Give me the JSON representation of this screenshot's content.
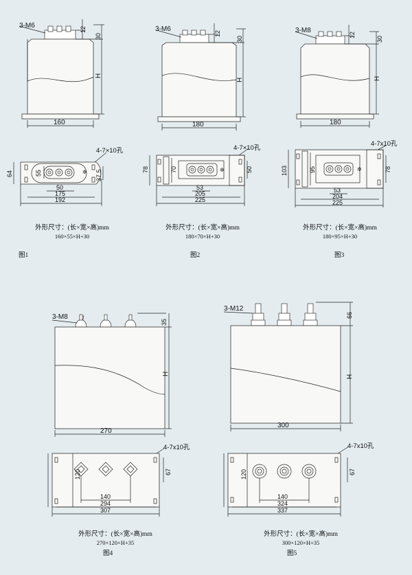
{
  "figures": [
    {
      "thread": "3-M6",
      "dim_top_small": "12",
      "dim_top": "30",
      "dim_height": "H",
      "width": "160",
      "hole": "4-7×10孔",
      "plan_dims": [
        "64",
        "55",
        "37.5",
        "50",
        "175",
        "192"
      ],
      "caption_title": "外形尺寸：(长×宽×高)mm",
      "caption_dims": "160×55×H+30",
      "caption_fig": "图1"
    },
    {
      "thread": "3-M6",
      "dim_top_small": "12",
      "dim_top": "30",
      "dim_height": "H",
      "width": "180",
      "hole": "4-7×10孔",
      "plan_dims": [
        "78",
        "70",
        "50",
        "53",
        "205",
        "225"
      ],
      "caption_title": "外形尺寸：(长×宽×高)mm",
      "caption_dims": "180×70×H+30",
      "caption_fig": "图2"
    },
    {
      "thread": "3-M8",
      "dim_top_small": "12",
      "dim_top": "30",
      "dim_height": "H",
      "width": "180",
      "hole": "4-7x10孔",
      "plan_dims": [
        "103",
        "95",
        "78",
        "53",
        "204",
        "225"
      ],
      "caption_title": "外形尺寸：(长×宽×高)mm",
      "caption_dims": "180×95×H+30",
      "caption_fig": "图3"
    },
    {
      "thread": "3-M8",
      "dim_top": "35",
      "dim_height": "H",
      "width": "270",
      "hole": "4-7x10孔",
      "plan_dims": [
        "120",
        "67",
        "140",
        "294",
        "307"
      ],
      "caption_title": "外形尺寸：(长×宽×高)mm",
      "caption_dims": "270×120×H+35",
      "caption_fig": "图4"
    },
    {
      "thread": "3-M12",
      "dim_top": "66",
      "dim_height": "H",
      "width": "300",
      "hole": "4-7x10孔",
      "plan_dims": [
        "120",
        "67",
        "140",
        "324",
        "337"
      ],
      "caption_title": "外形尺寸：(长×宽×高)mm",
      "caption_dims": "300×120×H+35",
      "caption_fig": "图5"
    }
  ]
}
